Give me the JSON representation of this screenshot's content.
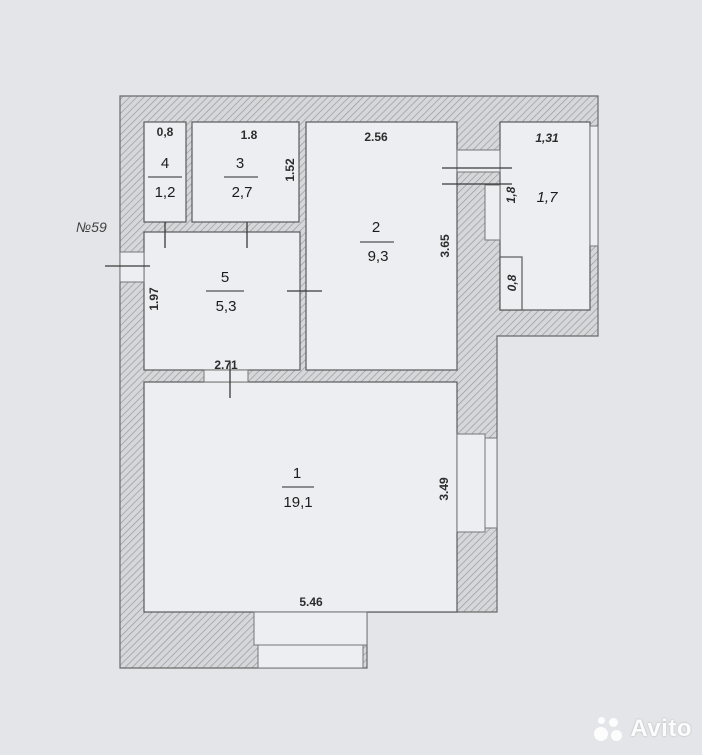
{
  "flat_number": "№59",
  "rooms": [
    {
      "id": "1",
      "number": "1",
      "area": "19,1"
    },
    {
      "id": "2",
      "number": "2",
      "area": "9,3"
    },
    {
      "id": "3",
      "number": "3",
      "area": "2,7"
    },
    {
      "id": "4",
      "number": "4",
      "area": "1,2"
    },
    {
      "id": "5",
      "number": "5",
      "area": "5,3"
    },
    {
      "id": "6",
      "number": "",
      "area": "1,7"
    }
  ],
  "dimensions": {
    "r1_width": "5.46",
    "r1_depth": "3.49",
    "r2_width": "2.56",
    "r2_depth": "3.65",
    "r3_width": "1.8",
    "r3_depth": "1.52",
    "r4_width": "0,8",
    "r5_width": "2.71",
    "r5_depth": "1.97",
    "r6_width": "1,31",
    "r6_depth": "1,8",
    "r6_sub": "0,8"
  },
  "watermark": {
    "brand": "Avito"
  },
  "colors": {
    "background": "#e4e5e9",
    "room_fill": "#eceef1",
    "wall_hatch": "#9a9a9a"
  }
}
